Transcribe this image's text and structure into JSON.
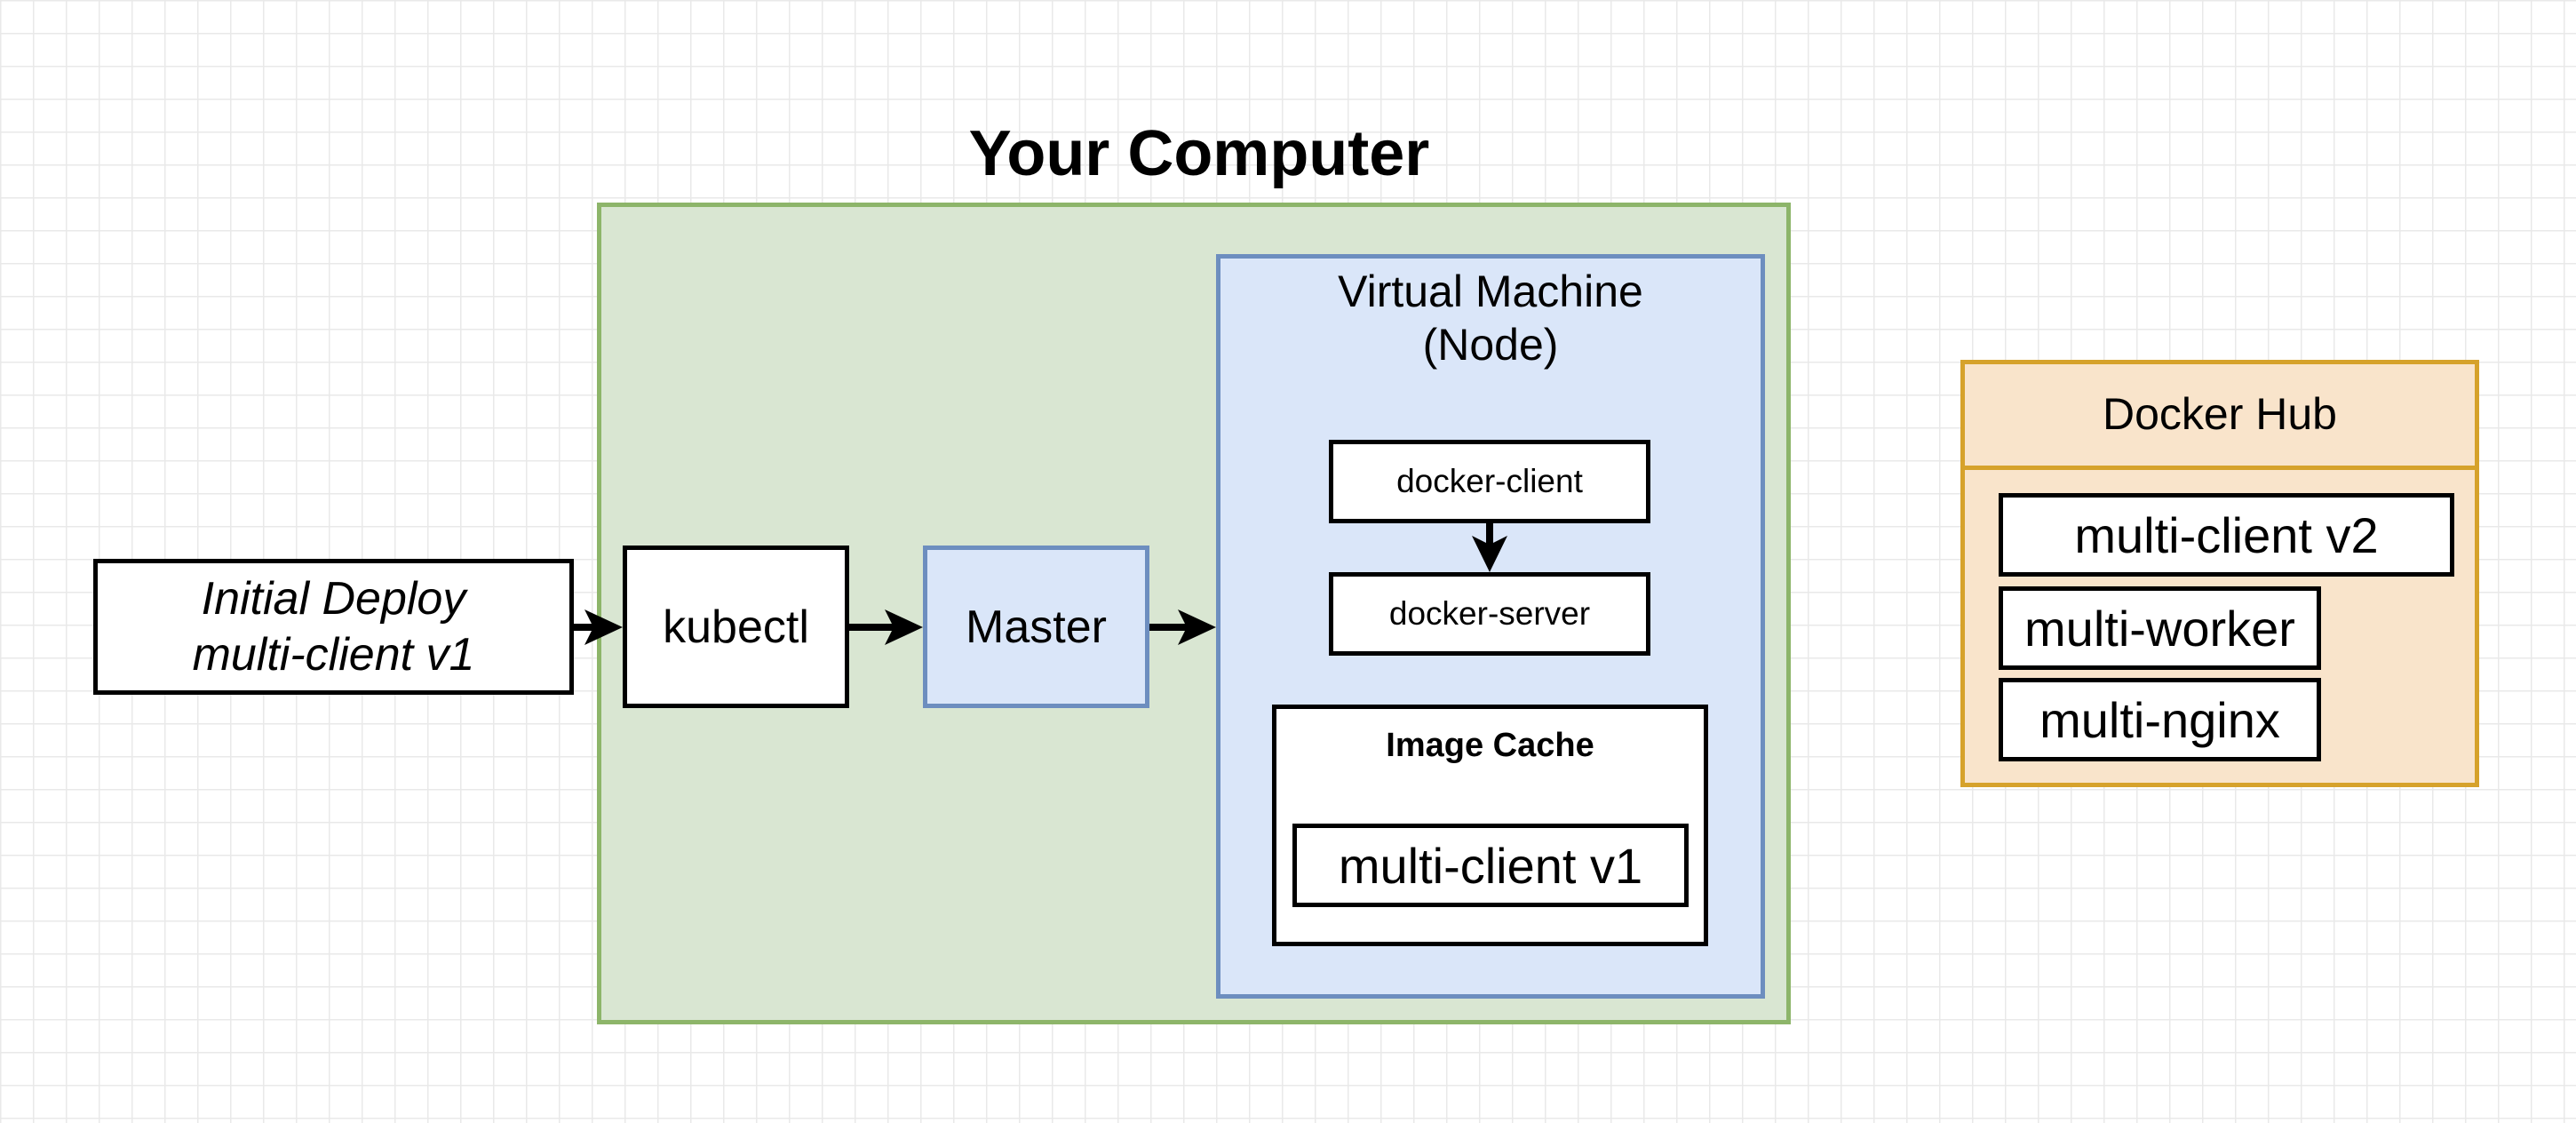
{
  "title": "Your Computer",
  "deploy_label": "Initial Deploy\nmulti-client v1",
  "kubectl_label": "kubectl",
  "master_label": "Master",
  "vm": {
    "label": "Virtual Machine\n(Node)",
    "docker_client": "docker-client",
    "docker_server": "docker-server",
    "image_cache": {
      "label": "Image Cache",
      "images": [
        "multi-client v1"
      ]
    }
  },
  "docker_hub": {
    "label": "Docker Hub",
    "images": [
      "multi-client v2",
      "multi-worker",
      "multi-nginx"
    ]
  },
  "colors": {
    "computer_fill": "#d9e6d2",
    "computer_border": "#8db56a",
    "vm_fill": "#dae6f9",
    "vm_border": "#6d8ebf",
    "master_fill": "#dae6f9",
    "hub_fill": "#f9e4cb",
    "hub_border": "#d6a22b"
  }
}
